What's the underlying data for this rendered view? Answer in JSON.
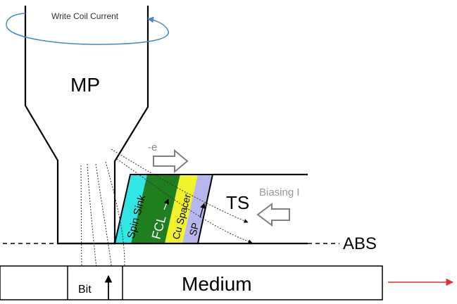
{
  "labels": {
    "write_coil": "Write Coil Current",
    "main_pole": "MP",
    "electron": "-e",
    "trailing_shield": "TS",
    "biasing": "Biasing I",
    "abs": "ABS",
    "medium": "Medium",
    "bit": "Bit"
  },
  "layers": [
    {
      "key": "spin_sink",
      "label": "Spin Sink",
      "color": "#33e6e6"
    },
    {
      "key": "fcl",
      "label": "FCL",
      "color": "#1f7f1f"
    },
    {
      "key": "cu_spacer",
      "label": "Cu Spacer",
      "color": "#f2f22a"
    },
    {
      "key": "sp",
      "label": "SP",
      "color": "#b7b7ee"
    }
  ],
  "colors": {
    "line": "#000000",
    "coil": "#4a86c8",
    "hollow_arrow": "#7f7f7f",
    "field_lines": "#333333",
    "medium_motion": "#e03030"
  }
}
